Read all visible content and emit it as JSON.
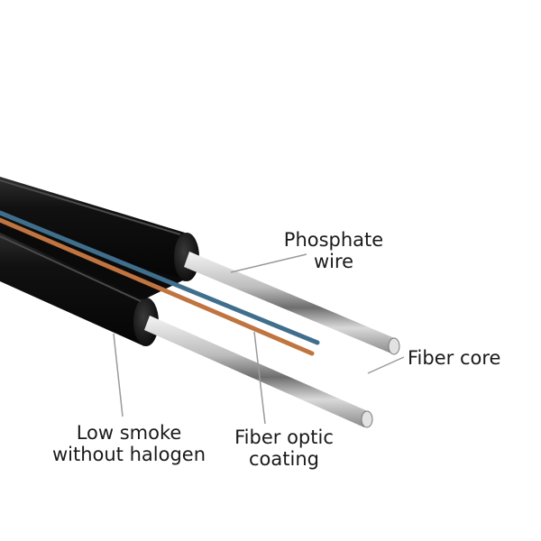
{
  "labels": {
    "phosphate_wire": {
      "line1": "Phosphate",
      "line2": "wire"
    },
    "fiber_core": {
      "text": "Fiber core"
    },
    "low_smoke": {
      "line1": "Low smoke",
      "line2": "without halogen"
    },
    "fiber_optic_coating": {
      "line1": "Fiber optic",
      "line2": "coating"
    }
  },
  "colors": {
    "jacket": "#0d0d0d",
    "jacket_highlight": "#3a3a3a",
    "wire_steel": "#c8c8c8",
    "fiber_blue": "#3f6f8c",
    "fiber_orange": "#c0743f",
    "leader_line": "#9a9a9a",
    "text": "#1a1a1a"
  }
}
